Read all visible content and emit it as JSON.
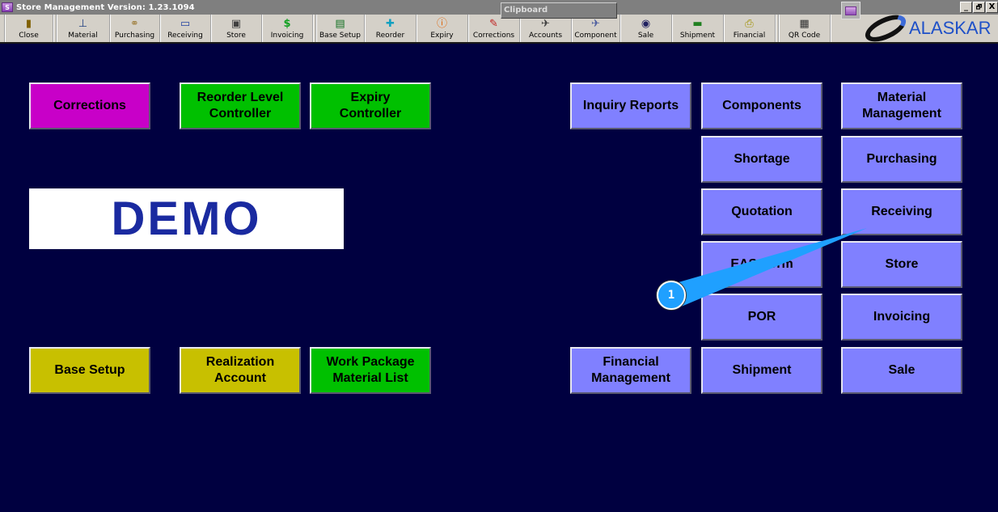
{
  "window": {
    "title": "Store Management  Version: 1.23.1094",
    "app_icon_letter": "S",
    "controls": {
      "minimize": "_",
      "restore": "🗗",
      "close": "X"
    }
  },
  "clipboard_label": "Clipboard",
  "toolbar": {
    "items": [
      {
        "label": "Close",
        "icon": "door-exit-icon",
        "glyph": "🚪"
      },
      {
        "label": "Material",
        "icon": "material-crane-icon",
        "glyph": "🏗"
      },
      {
        "label": "Purchasing",
        "icon": "purchasing-icon",
        "glyph": "🤝"
      },
      {
        "label": "Receiving",
        "icon": "receiving-icon",
        "glyph": "📝"
      },
      {
        "label": "Store",
        "icon": "store-icon",
        "glyph": "🗄"
      },
      {
        "label": "Invoicing",
        "icon": "dollar-icon",
        "glyph": "$"
      },
      {
        "label": "Base Setup",
        "icon": "table-icon",
        "glyph": "▤"
      },
      {
        "label": "Reorder",
        "icon": "plus-icon",
        "glyph": "✚"
      },
      {
        "label": "Expiry",
        "icon": "info-icon",
        "glyph": "ⓘ"
      },
      {
        "label": "Corrections",
        "icon": "corrections-icon",
        "glyph": "✎"
      },
      {
        "label": "Accounts",
        "icon": "airplane-icon",
        "glyph": "✈"
      },
      {
        "label": "Component",
        "icon": "component-plane-icon",
        "glyph": "✈"
      },
      {
        "label": "Sale",
        "icon": "sale-icon",
        "glyph": "◉"
      },
      {
        "label": "Shipment",
        "icon": "truck-icon",
        "glyph": "🚚"
      },
      {
        "label": "Financial",
        "icon": "printer-icon",
        "glyph": "🖶"
      },
      {
        "label": "QR Code",
        "icon": "qr-code-icon",
        "glyph": "▦"
      }
    ]
  },
  "logo_text": "ALASKAR",
  "demo_label": "DEMO",
  "left_buttons": {
    "corrections": "Corrections",
    "reorder_level": "Reorder Level\nController",
    "expiry": "Expiry\nController",
    "base_setup": "Base Setup",
    "realization": "Realization\nAccount",
    "work_package": "Work Package\nMaterial List"
  },
  "right_buttons": {
    "inquiry_reports": "Inquiry Reports",
    "components": "Components",
    "material_management": "Material\nManagement",
    "shortage": "Shortage",
    "purchasing": "Purchasing",
    "quotation": "Quotation",
    "receiving": "Receiving",
    "eas_form": "EAS Form",
    "store": "Store",
    "por": "POR",
    "invoicing": "Invoicing",
    "financial_management": "Financial\nManagement",
    "shipment": "Shipment",
    "sale": "Sale"
  },
  "callout": {
    "number": "1",
    "target": "Receiving"
  },
  "colors": {
    "background": "#000040",
    "magenta": "#c800c8",
    "green": "#00c000",
    "olive": "#c8c000",
    "lavender": "#8080ff",
    "callout": "#1fa0ff"
  }
}
